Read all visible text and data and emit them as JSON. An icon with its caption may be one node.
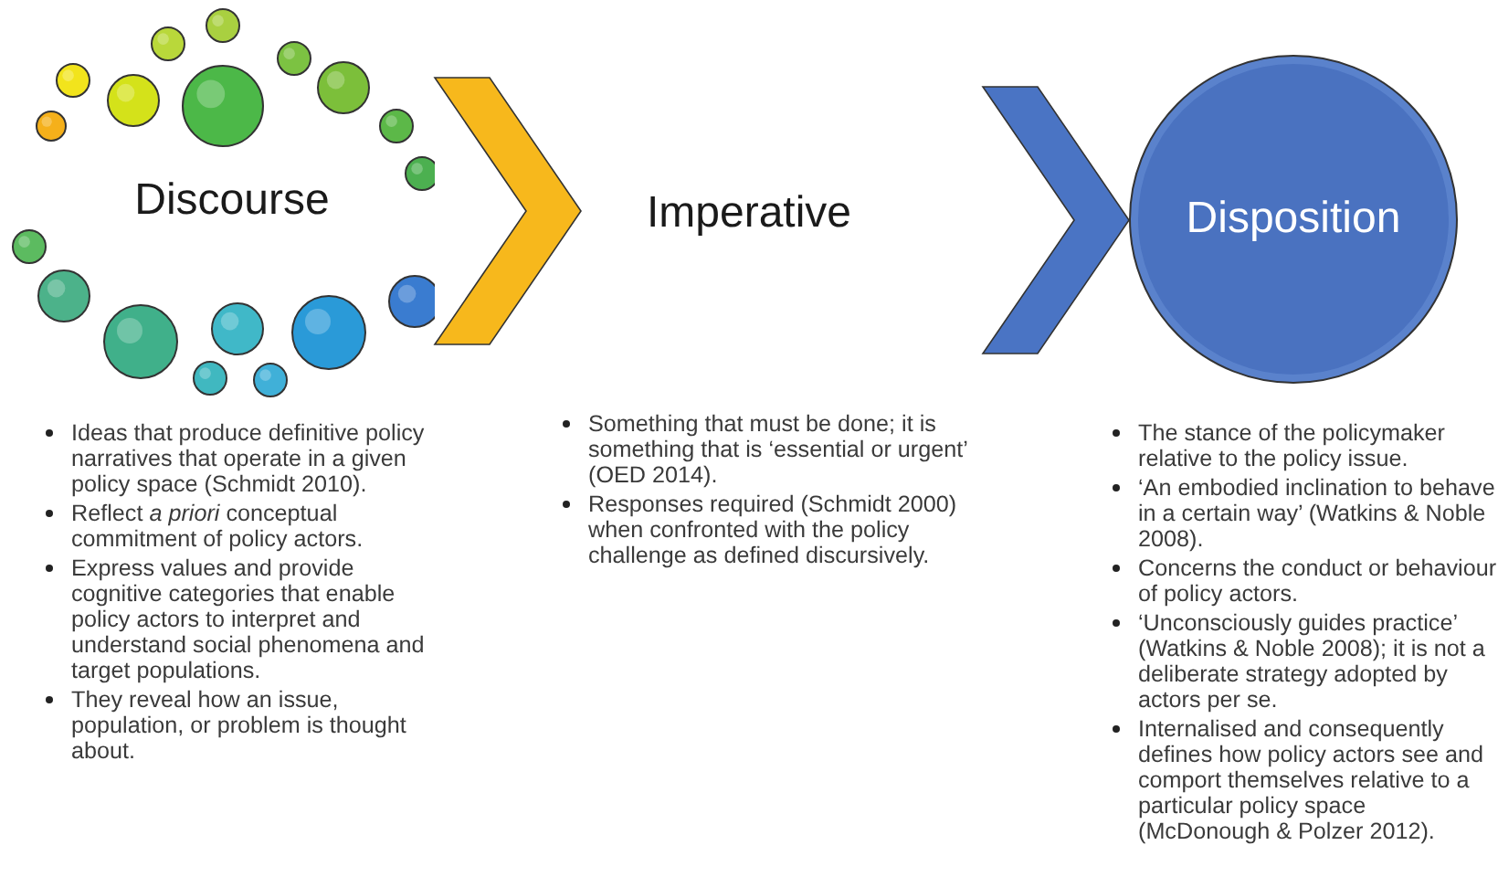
{
  "diagram": {
    "nodes": [
      {
        "text": [
          "Discourse"
        ],
        "beside": [
          "Ideas that produce definitive policy narratives that operate in a given policy space (Schmidt 2010).",
          "Reflect *a priori* conceptual commitment of policy actors.",
          "Express values and provide cognitive categories that enable policy actors to interpret and understand social phenomena and target populations.",
          "They reveal how an issue, population, or problem is thought about."
        ]
      },
      {
        "text": [
          "Imperative"
        ],
        "beside": [
          "Something that must be done; it is something that is ‘essential or urgent’ (OED 2014).",
          "Responses required (Schmidt 2000) when confronted with the policy challenge as defined discursively."
        ]
      },
      {
        "text": [
          "Disposition"
        ],
        "beside": [
          "The stance of the policymaker relative to the policy issue.",
          "‘An embodied inclination to behave in a certain way’ (Watkins & Noble 2008).",
          "Concerns the conduct or behaviour of policy actors.",
          "‘Unconsciously guides practice’ (Watkins & Noble 2008); it is not a deliberate strategy adopted by actors per se.",
          "Internalised and consequently defines how policy actors see and comport themselves relative to a particular policy space (McDonough & Polzer 2012)."
        ]
      }
    ],
    "edges": [
      {
        "from": 0,
        "to": 1,
        "arrow": "to",
        "style": "thick",
        "color": "#f7b81c"
      },
      {
        "from": 1,
        "to": 2,
        "arrow": "to",
        "style": "thick",
        "color": "#4a74c4"
      }
    ]
  }
}
